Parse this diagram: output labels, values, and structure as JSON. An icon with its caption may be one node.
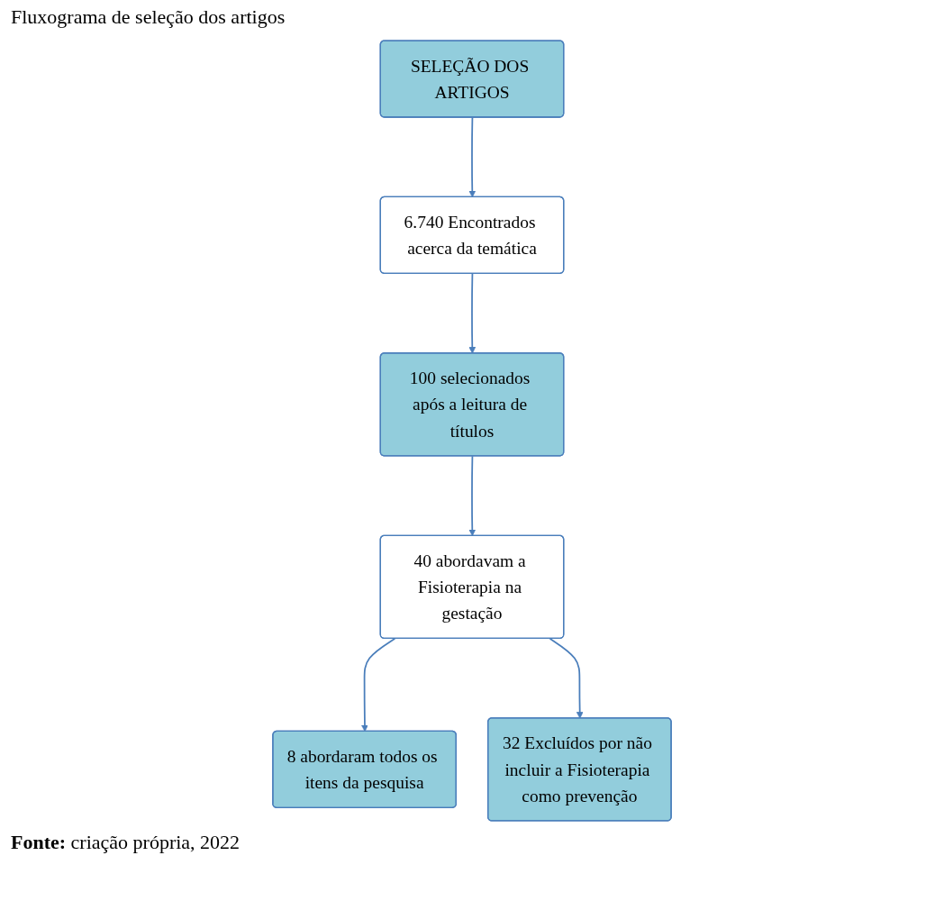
{
  "diagram": {
    "title": "Fluxograma de seleção dos artigos",
    "caption": "**Fonte:** criação própria, 2022",
    "nodes": [
      {
        "text": [
          "SELEÇÃO DOS ARTIGOS"
        ]
      },
      {
        "text": [
          "6.740 Encontrados acerca da temática"
        ]
      },
      {
        "text": [
          "100 selecionados após a leitura de títulos"
        ]
      },
      {
        "text": [
          "40 abordavam a Fisioterapia na gestação"
        ]
      },
      {
        "text": [
          "8 abordaram todos os itens da pesquisa"
        ]
      },
      {
        "text": [
          "32 Excluídos por não incluir a Fisioterapia como prevenção"
        ]
      }
    ],
    "edges": [
      {
        "from": 0,
        "to": 1,
        "arrow": "to"
      },
      {
        "from": 1,
        "to": 2,
        "arrow": "to"
      },
      {
        "from": 2,
        "to": 3,
        "arrow": "to"
      },
      {
        "from": 3,
        "to": 4,
        "arrow": "to"
      },
      {
        "from": 3,
        "to": 5,
        "arrow": "to"
      }
    ]
  }
}
